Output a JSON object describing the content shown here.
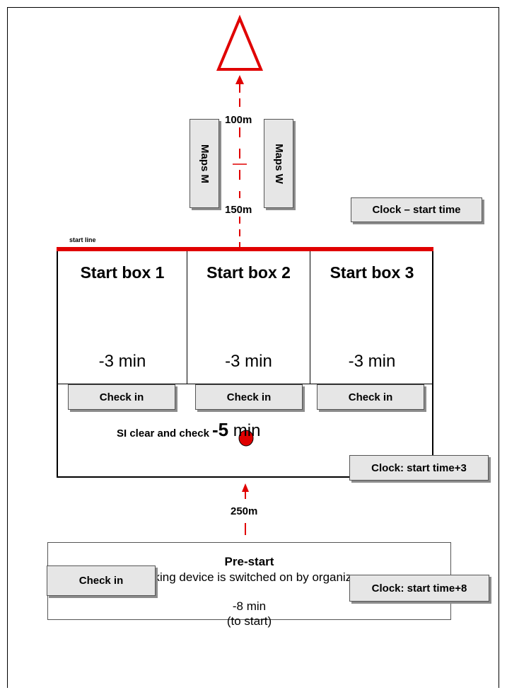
{
  "start_marker": "start-triangle",
  "course": {
    "distance_top": "100m",
    "distance_mid": "150m",
    "distance_lower": "250m"
  },
  "maps": {
    "men": "Maps M",
    "women": "Maps W"
  },
  "clock_start": "Clock – start time",
  "start_line_label": "start line",
  "start_boxes": [
    {
      "title": "Start box 1",
      "time": "-3 min",
      "check_in": "Check in"
    },
    {
      "title": "Start box 2",
      "time": "-3 min",
      "check_in": "Check in"
    },
    {
      "title": "Start box 3",
      "time": "-3 min",
      "check_in": "Check in"
    }
  ],
  "minus5": {
    "prefix": "-5",
    "unit": " min"
  },
  "si_clear": "SI clear and check",
  "clock_plus3": "Clock: start time+3",
  "prestart": {
    "title": "Pre-start",
    "subtitle": "Tracking device is switched on by organizers",
    "time": "-8 min",
    "note": "(to start)",
    "check_in": "Check in",
    "clock": "Clock: start time+8"
  },
  "colors": {
    "red": "#e00000",
    "box_fill": "#e6e6e6",
    "shadow": "#8c8c8c"
  }
}
